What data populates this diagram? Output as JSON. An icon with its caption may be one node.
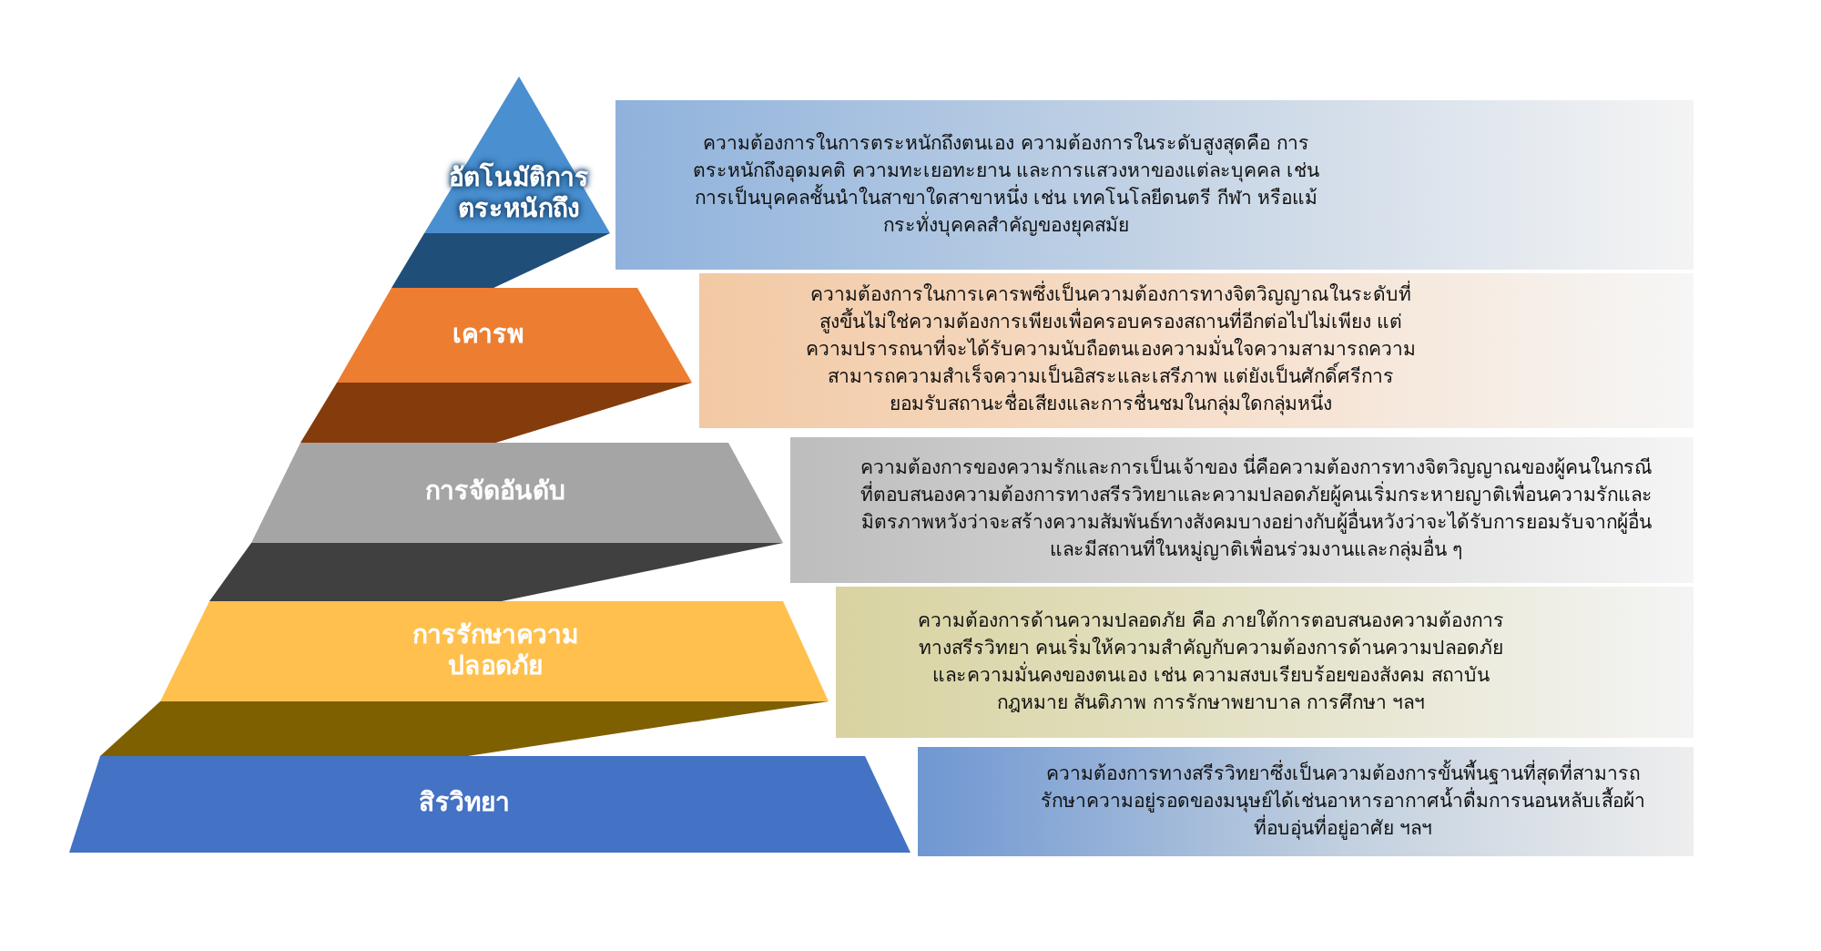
{
  "diagram": {
    "nodes": [
      {
        "text": [
          "อัตโนมัติการตระหนักถึง"
        ]
      },
      {
        "text": [
          "ความต้องการในการตระหนักถึงตนเอง ความต้องการในระดับสูงสุดคือ การตระหนักถึงอุดมคติ ความทะเยอทะยาน และการแสวงหาของแต่ละบุคคล เช่น การเป็นบุคคลชั้นนำในสาขาใดสาขาหนึ่ง เช่น เทคโนโลยีดนตรี กีฬา หรือแม้กระทั่งบุคคลสำคัญของยุคสมัย"
        ]
      },
      {
        "text": [
          "เคารพ"
        ]
      },
      {
        "text": [
          "ความต้องการในการเคารพซึ่งเป็นความต้องการทางจิตวิญญาณในระดับที่สูงขึ้นไม่ใช่ความต้องการเพียงเพื่อครอบครองสถานที่อีกต่อไปไม่เพียง แต่ความปรารถนาที่จะได้รับความนับถือตนเองความมั่นใจความสามารถความสามารถความสำเร็จความเป็นอิสระและเสรีภาพ แต่ยังเป็นศักดิ์ศรีการยอมรับสถานะชื่อเสียงและการชื่นชมในกลุ่มใดกลุ่มหนึ่ง"
        ]
      },
      {
        "text": [
          "การจัดอันดับ"
        ]
      },
      {
        "text": [
          "ความต้องการของความรักและการเป็นเจ้าของ นี่คือความต้องการทางจิตวิญญาณของผู้คนในกรณีที่ตอบสนองความต้องการทางสรีรวิทยาและความปลอดภัยผู้คนเริ่มกระหายญาติเพื่อนความรักและมิตรภาพหวังว่าจะสร้างความสัมพันธ์ทางสังคมบางอย่างกับผู้อื่นหวังว่าจะได้รับการยอมรับจากผู้อื่นและมีสถานที่ในหมู่ญาติเพื่อนร่วมงานและกลุ่มอื่น ๆ"
        ]
      },
      {
        "text": [
          "การรักษาความปลอดภัย"
        ]
      },
      {
        "text": [
          "ความต้องการด้านความปลอดภัย คือ ภายใต้การตอบสนองความต้องการทางสรีรวิทยา คนเริ่มให้ความสำคัญกับความต้องการด้านความปลอดภัยและความมั่นคงของตนเอง เช่น ความสงบเรียบร้อยของสังคม สถาบัน กฎหมาย สันติภาพ การรักษาพยาบาล การศึกษา ฯลฯ"
        ]
      },
      {
        "text": [
          "สิรวิทยา"
        ]
      },
      {
        "text": [
          "ความต้องการทางสรีรวิทยาซึ่งเป็นความต้องการขั้นพื้นฐานที่สุดที่สามารถรักษาความอยู่รอดของมนุษย์ได้เช่นอาหารอากาศน้ำดื่มการนอนหลับเสื้อผ้าที่อบอุ่นที่อยู่อาศัย ฯลฯ"
        ]
      }
    ]
  }
}
